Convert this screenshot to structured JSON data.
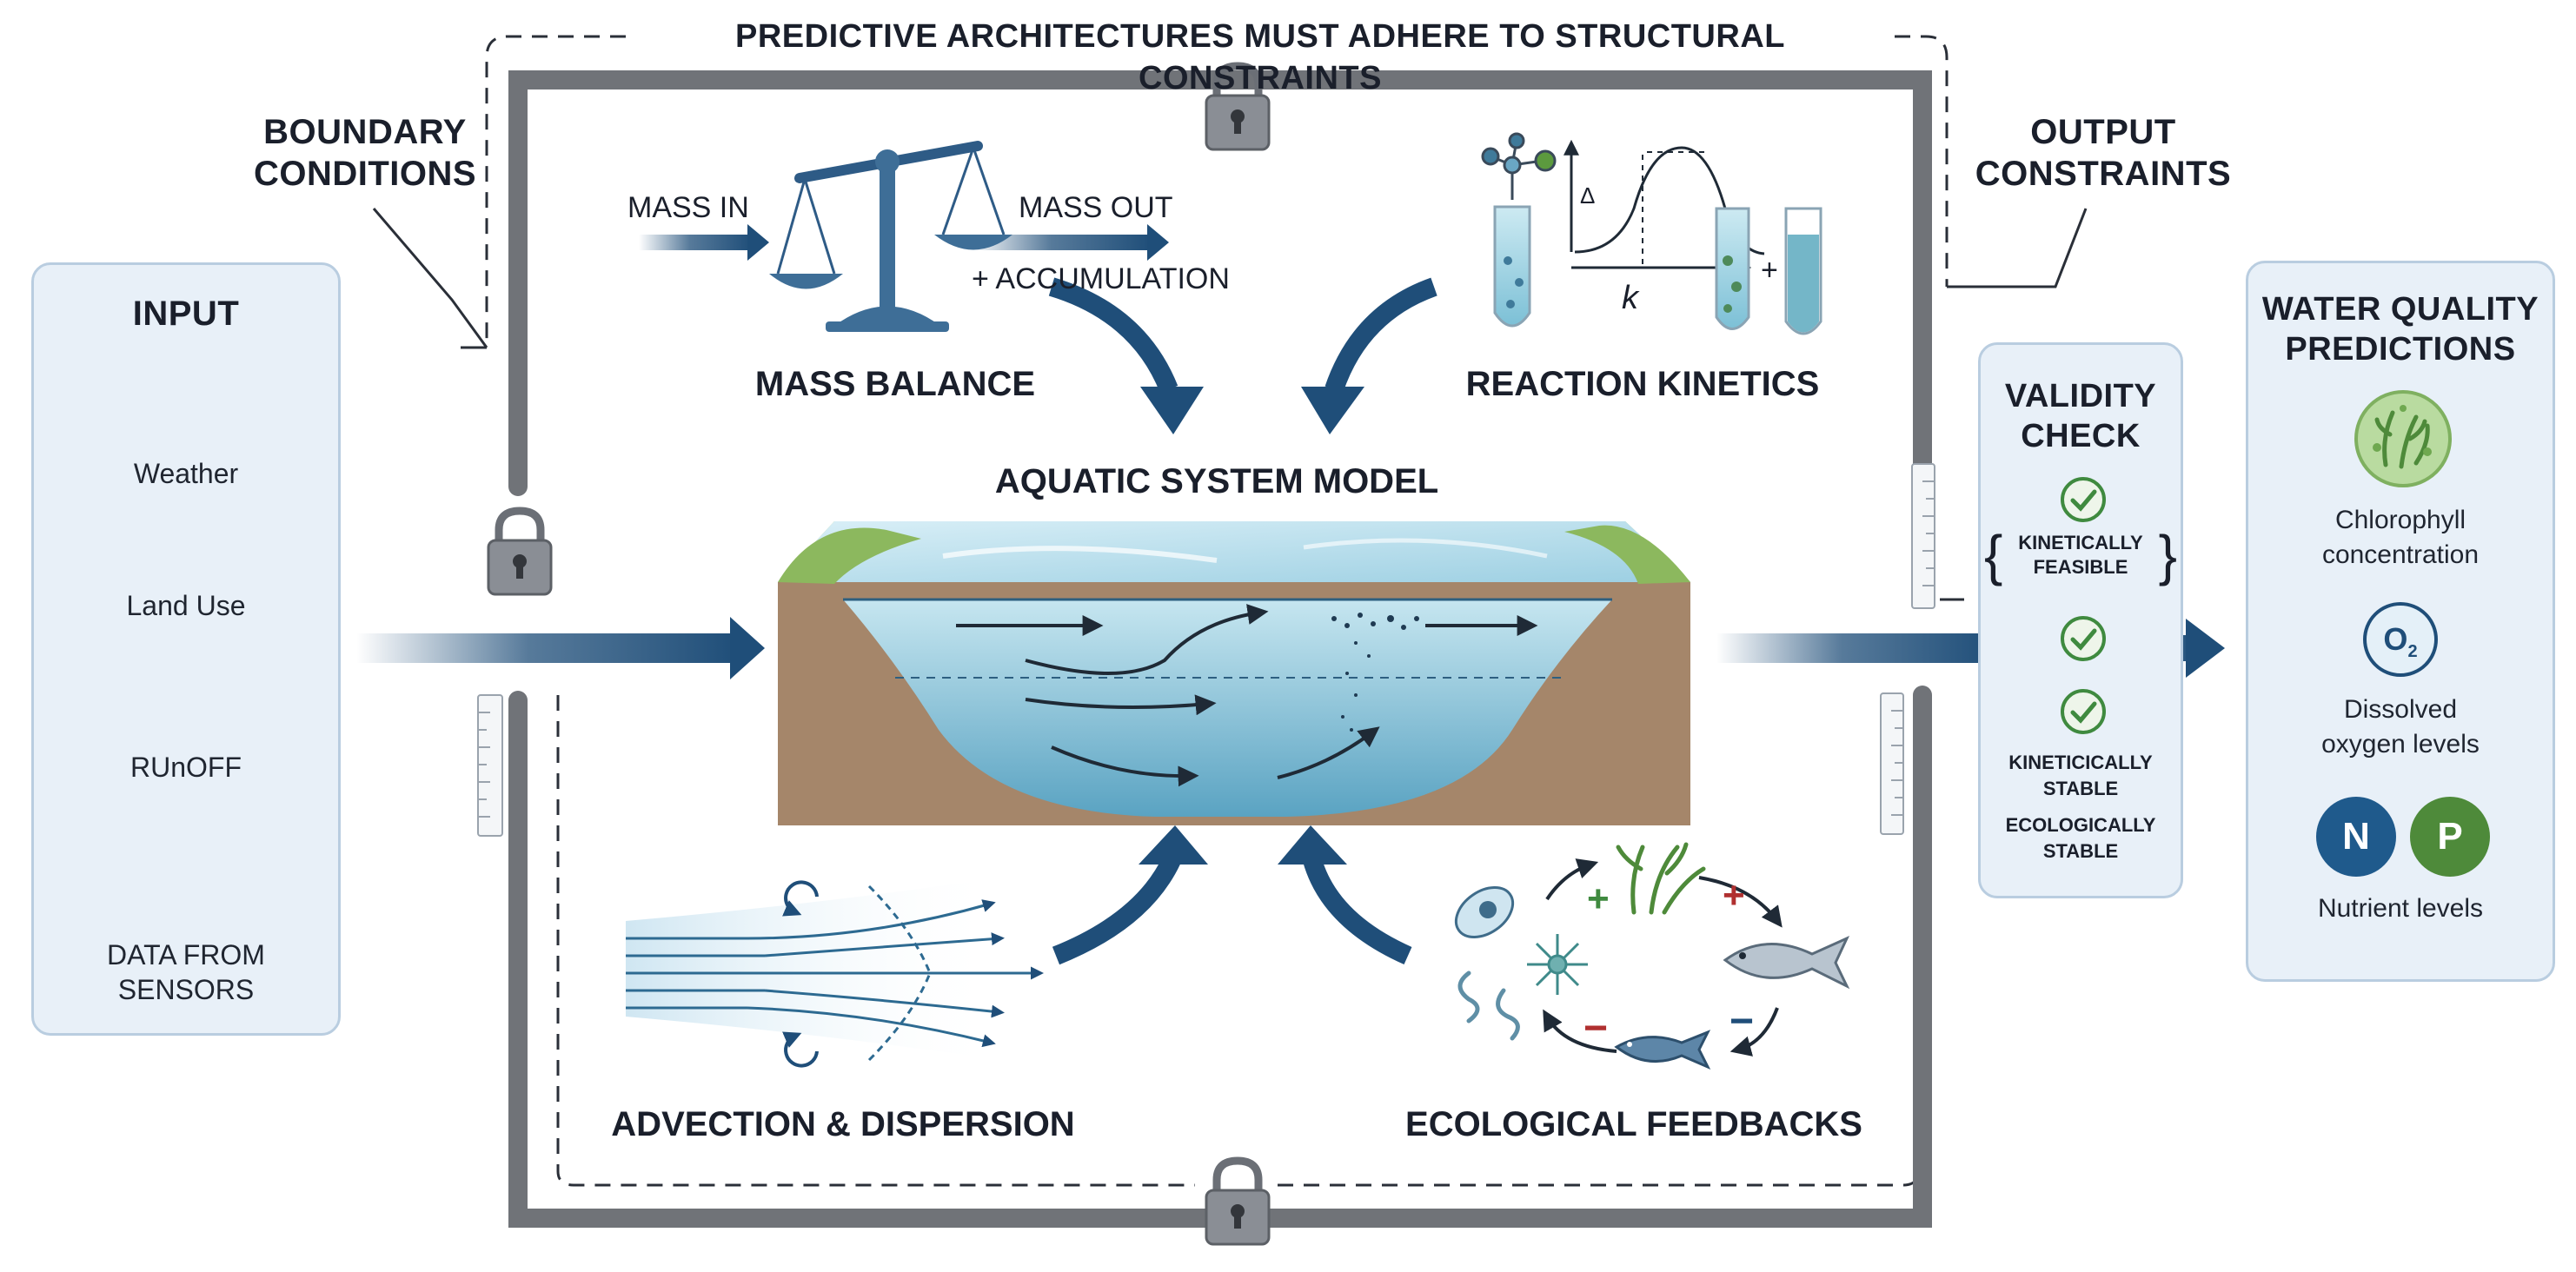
{
  "banner": "PREDICTIVE ARCHITECTURES MUST ADHERE TO STRUCTURAL CONSTRAINTS",
  "boundary_label": [
    "BOUNDARY",
    "CONDITIONS"
  ],
  "output_constraints_label": [
    "OUTPUT",
    "CONSTRAINTS"
  ],
  "input": {
    "title": "INPUT",
    "items": [
      {
        "label": "Weather",
        "icon": "weather-icon"
      },
      {
        "label": "Land Use",
        "icon": "land-use-icon"
      },
      {
        "label": "RUnOFF",
        "icon": "runoff-icon"
      },
      {
        "label_lines": [
          "DATA FROM",
          "SENSORS"
        ],
        "icon": "sensor-tower-icon"
      }
    ]
  },
  "mass_balance": {
    "title": "MASS BALANCE",
    "mass_in": "MASS IN",
    "mass_out": "MASS OUT",
    "accumulation": "+ ACCUMULATION"
  },
  "reaction_kinetics": {
    "title": "REACTION KINETICS",
    "delta_symbol": "Δ",
    "k_symbol": "k",
    "plus": "+"
  },
  "model": {
    "title": "AQUATIC SYSTEM MODEL"
  },
  "advection": {
    "title": "ADVECTION & DISPERSION"
  },
  "ecological": {
    "title": "ECOLOGICAL FEEDBACKS",
    "plus": "+",
    "minus": "−"
  },
  "validity": {
    "title": [
      "VALIDITY",
      "CHECK"
    ],
    "items": [
      [
        "KINETICALLY",
        "FEASIBLE"
      ],
      [
        "KINETICICALLY",
        "STABLE"
      ],
      [
        "ECOLOGICALLY",
        "STABLE"
      ]
    ]
  },
  "predictions": {
    "title": [
      "WATER QUALITY",
      "PREDICTIONS"
    ],
    "chlorophyll": [
      "Chlorophyll",
      "concentration"
    ],
    "oxygen_symbol": "O",
    "oxygen_sub": "2",
    "oxygen": [
      "Dissolved",
      "oxygen levels"
    ],
    "nitrogen": "N",
    "phosphorus": "P",
    "nutrients": "Nutrient levels"
  },
  "colors": {
    "navy": "#1f4e79",
    "frame": "#707378",
    "panel_fill": "#e8f0f8",
    "panel_border": "#b9cde0",
    "water": "#8fc8dc",
    "soil": "#a68766",
    "grass": "#8cb85e",
    "check_green": "#3f8a3f",
    "nitrogen_blue": "#1f5a8c",
    "phosphorus_green": "#4e8a3a"
  }
}
